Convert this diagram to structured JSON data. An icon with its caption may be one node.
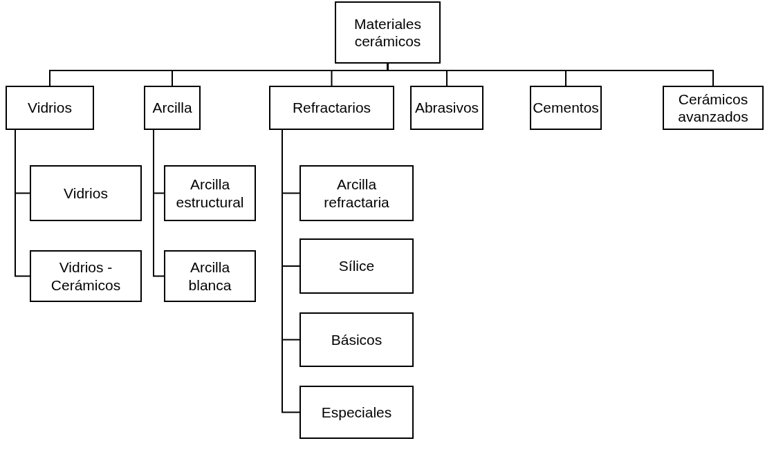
{
  "diagram": {
    "nodes": [
      {
        "text": [
          "Materiales cerámicos"
        ]
      },
      {
        "text": [
          "Vidrios"
        ]
      },
      {
        "text": [
          "Arcilla"
        ]
      },
      {
        "text": [
          "Refractarios"
        ]
      },
      {
        "text": [
          "Abrasivos"
        ]
      },
      {
        "text": [
          "Cementos"
        ]
      },
      {
        "text": [
          "Cerámicos avanzados"
        ]
      },
      {
        "text": [
          "Vidrios"
        ]
      },
      {
        "text": [
          "Vidrios - Cerámicos"
        ]
      },
      {
        "text": [
          "Arcilla estructural"
        ]
      },
      {
        "text": [
          "Arcilla blanca"
        ]
      },
      {
        "text": [
          "Arcilla refractaria"
        ]
      },
      {
        "text": [
          "Sílice"
        ]
      },
      {
        "text": [
          "Básicos"
        ]
      },
      {
        "text": [
          "Especiales"
        ]
      }
    ],
    "edges": [
      {
        "from": 0,
        "to": 1,
        "arrow": "none"
      },
      {
        "from": 0,
        "to": 2,
        "arrow": "none"
      },
      {
        "from": 0,
        "to": 3,
        "arrow": "none"
      },
      {
        "from": 0,
        "to": 4,
        "arrow": "none"
      },
      {
        "from": 0,
        "to": 5,
        "arrow": "none"
      },
      {
        "from": 0,
        "to": 6,
        "arrow": "none"
      },
      {
        "from": 1,
        "to": 7,
        "arrow": "none"
      },
      {
        "from": 1,
        "to": 8,
        "arrow": "none"
      },
      {
        "from": 2,
        "to": 9,
        "arrow": "none"
      },
      {
        "from": 2,
        "to": 10,
        "arrow": "none"
      },
      {
        "from": 3,
        "to": 11,
        "arrow": "none"
      },
      {
        "from": 3,
        "to": 12,
        "arrow": "none"
      },
      {
        "from": 3,
        "to": 13,
        "arrow": "none"
      },
      {
        "from": 3,
        "to": 14,
        "arrow": "none"
      }
    ]
  }
}
